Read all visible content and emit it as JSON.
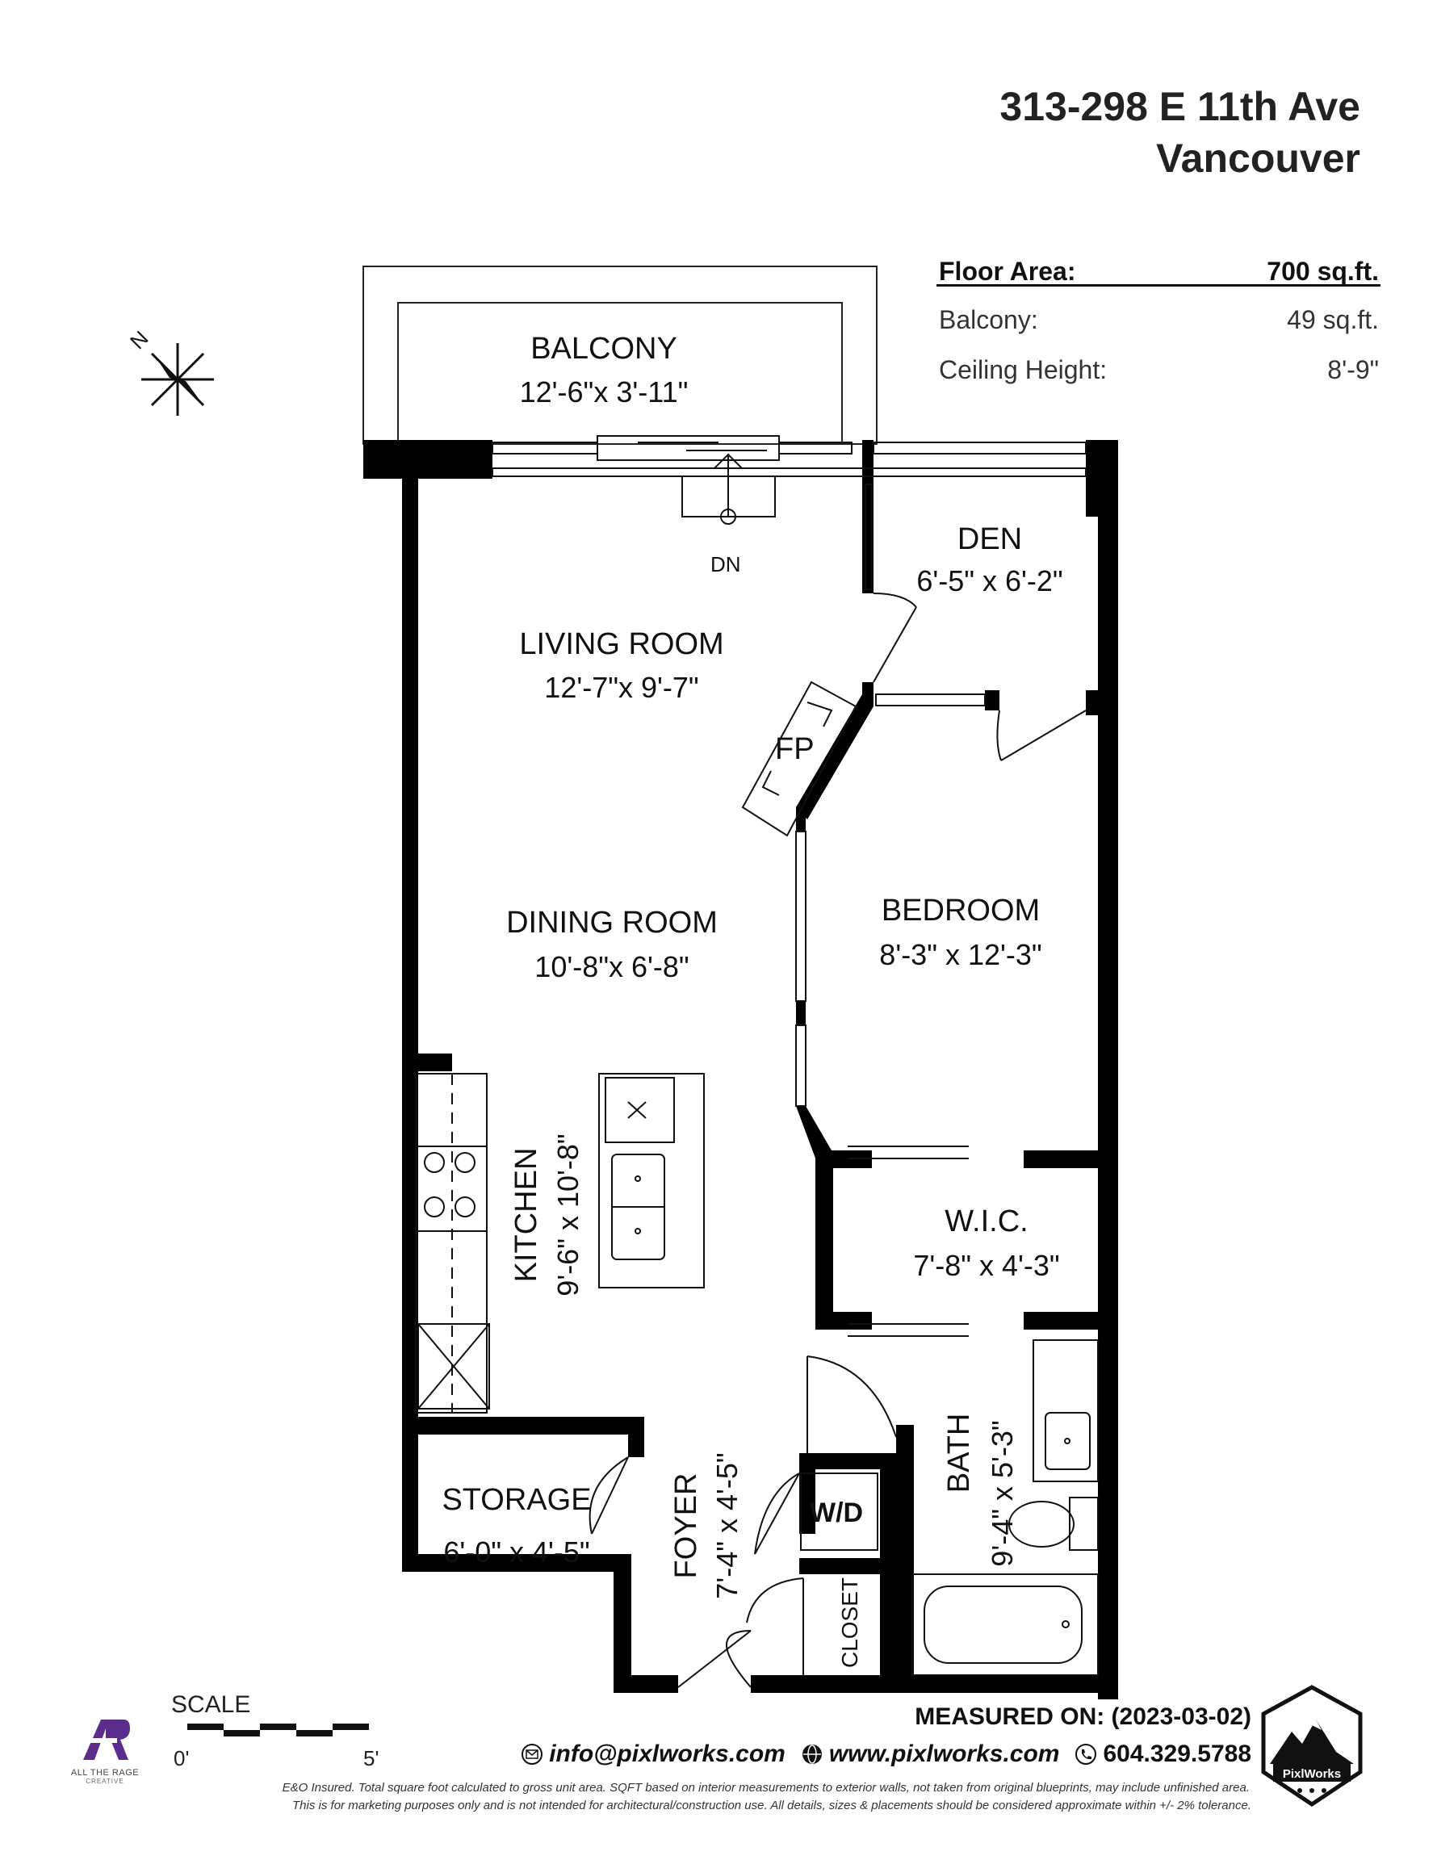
{
  "address": {
    "line1": "313-298 E 11th Ave",
    "line2": "Vancouver"
  },
  "areas": {
    "floor_area_label": "Floor Area:",
    "floor_area_value": "700 sq.ft.",
    "balcony_label": "Balcony:",
    "balcony_value": "49 sq.ft.",
    "ceiling_label": "Ceiling Height:",
    "ceiling_value": "8'-9\""
  },
  "compass": {
    "north_label": "N"
  },
  "rooms": {
    "balcony": {
      "name": "BALCONY",
      "dims": "12'-6\"x 3'-11\""
    },
    "den": {
      "name": "DEN",
      "dims": "6'-5\" x 6'-2\""
    },
    "living": {
      "name": "LIVING ROOM",
      "dims": "12'-7\"x 9'-7\""
    },
    "dining": {
      "name": "DINING ROOM",
      "dims": "10'-8\"x 6'-8\""
    },
    "bedroom": {
      "name": "BEDROOM",
      "dims": "8'-3\" x 12'-3\""
    },
    "kitchen": {
      "name": "KITCHEN",
      "dims": "9'-6\" x 10'-8\""
    },
    "wic": {
      "name": "W.I.C.",
      "dims": "7'-8\" x 4'-3\""
    },
    "bath": {
      "name": "BATH",
      "dims": "9'-4\" x 5'-3\""
    },
    "storage": {
      "name": "STORAGE",
      "dims": "6'-0\" x 4'-5\""
    },
    "foyer": {
      "name": "FOYER",
      "dims": "7'-4\" x 4'-5\""
    },
    "closet": {
      "name": "CLOSET"
    }
  },
  "fixtures": {
    "stairs_label": "DN",
    "fireplace_label": "FP",
    "washer_dryer_label": "W/D"
  },
  "scale": {
    "label": "SCALE",
    "start": "0'",
    "end": "5'"
  },
  "footer": {
    "measured": "MEASURED ON: (2023-03-02)",
    "email": "info@pixlworks.com",
    "web": "www.pixlworks.com",
    "phone": "604.329.5788",
    "disclaimer1": "E&O Insured.  Total square foot calculated to gross unit area. SQFT based on interior measurements to exterior walls, not taken from original blueprints, may include unfinished area.",
    "disclaimer2": "This is for marketing purposes only and is not intended for architectural/construction use.  All details, sizes & placements should be considered approximate within +/- 2%  tolerance."
  },
  "logos": {
    "left_brand": "ALL THE RAGE",
    "left_sub": "CREATIVE",
    "right_brand": "PixlWorks"
  },
  "colors": {
    "wall": "#000000",
    "accent_logo": "#5a2d8c",
    "text": "#111111"
  }
}
